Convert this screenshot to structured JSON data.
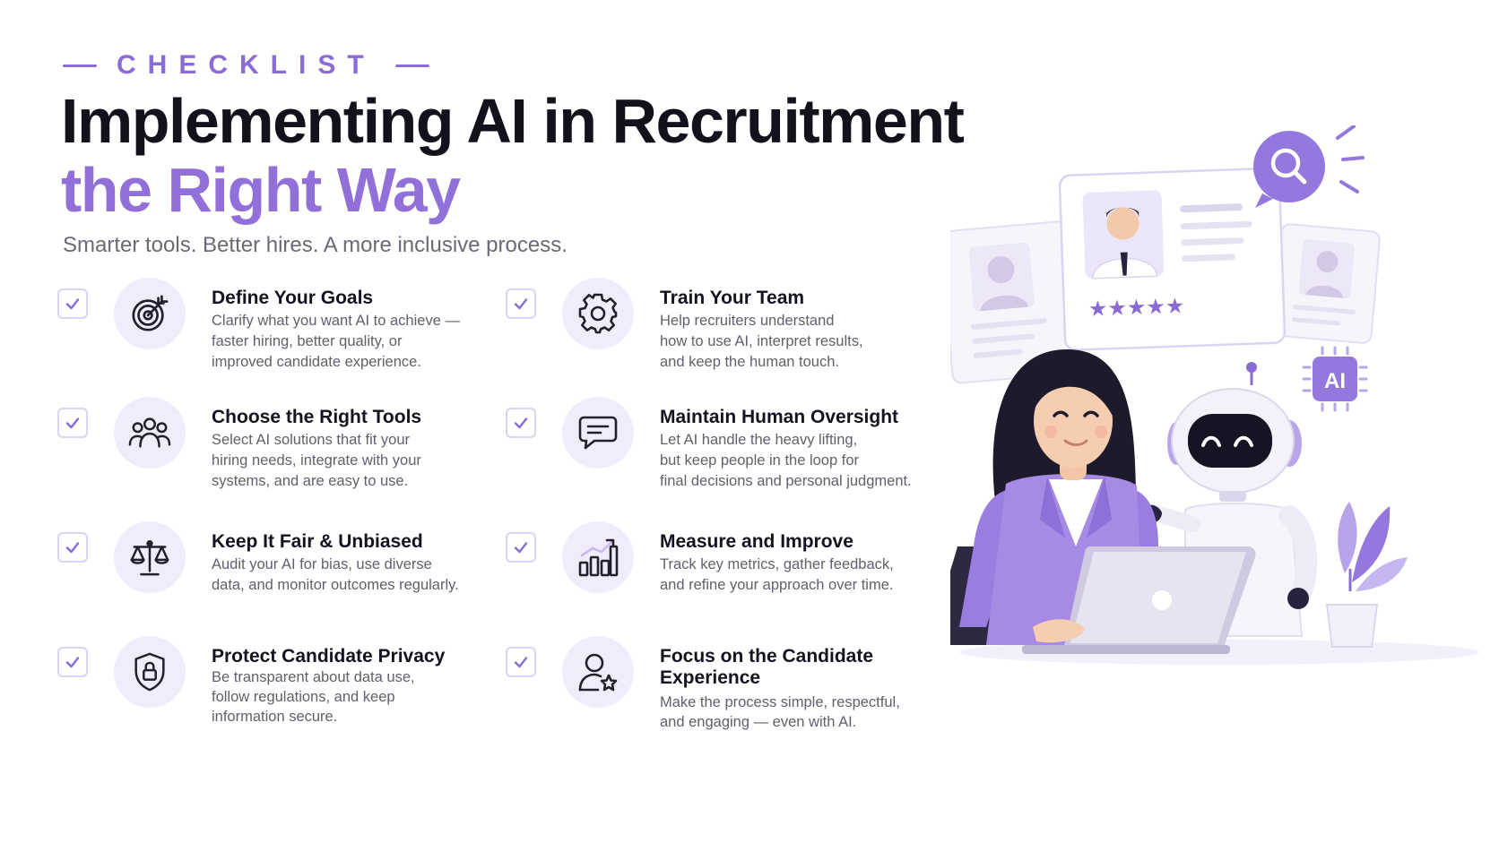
{
  "header": {
    "eyebrow": "CHECKLIST",
    "title_line1": "Implementing AI in Recruitment",
    "title_line2": "the Right Way",
    "subtitle": "Smarter tools. Better hires. A more inclusive process."
  },
  "checklist": [
    {
      "title": "Define Your Goals",
      "lines": [
        "Clarify what you want AI to achieve —",
        "faster hiring, better quality, or",
        "improved candidate experience."
      ],
      "icon": "target-icon"
    },
    {
      "title": "Choose the Right Tools",
      "lines": [
        "Select AI solutions that fit your",
        "hiring needs, integrate with your",
        "systems, and are easy to use."
      ],
      "icon": "team-icon"
    },
    {
      "title": "Keep It Fair & Unbiased",
      "lines": [
        "Audit your AI for bias, use diverse",
        "data, and monitor outcomes regularly."
      ],
      "icon": "scales-icon"
    },
    {
      "title": "Protect Candidate Privacy",
      "lines": [
        "Be transparent about data use,",
        "follow regulations, and keep",
        "information secure."
      ],
      "icon": "shield-lock-icon"
    },
    {
      "title": "Train Your Team",
      "lines": [
        "Help recruiters understand",
        "how to use AI, interpret results,",
        "and keep the human touch."
      ],
      "icon": "gear-icon"
    },
    {
      "title": "Maintain Human Oversight",
      "lines": [
        "Let AI handle the heavy lifting,",
        "but keep people in the loop for",
        "final decisions and personal judgment."
      ],
      "icon": "chat-icon"
    },
    {
      "title": "Measure and Improve",
      "lines": [
        "Track key metrics, gather feedback,",
        "and refine your approach over time."
      ],
      "icon": "bar-chart-icon"
    },
    {
      "title_lines": [
        "Focus on the Candidate",
        "Experience"
      ],
      "lines": [
        "Make the process simple, respectful,",
        "and engaging — even with AI."
      ],
      "icon": "user-star-icon"
    }
  ],
  "illustration": {
    "ai_badge": "AI",
    "stars": "★★★★★"
  },
  "colors": {
    "accent": "#9170d9",
    "accent_soft": "#f1ecfb",
    "title": "#13111c",
    "body_text": "#61606d"
  }
}
